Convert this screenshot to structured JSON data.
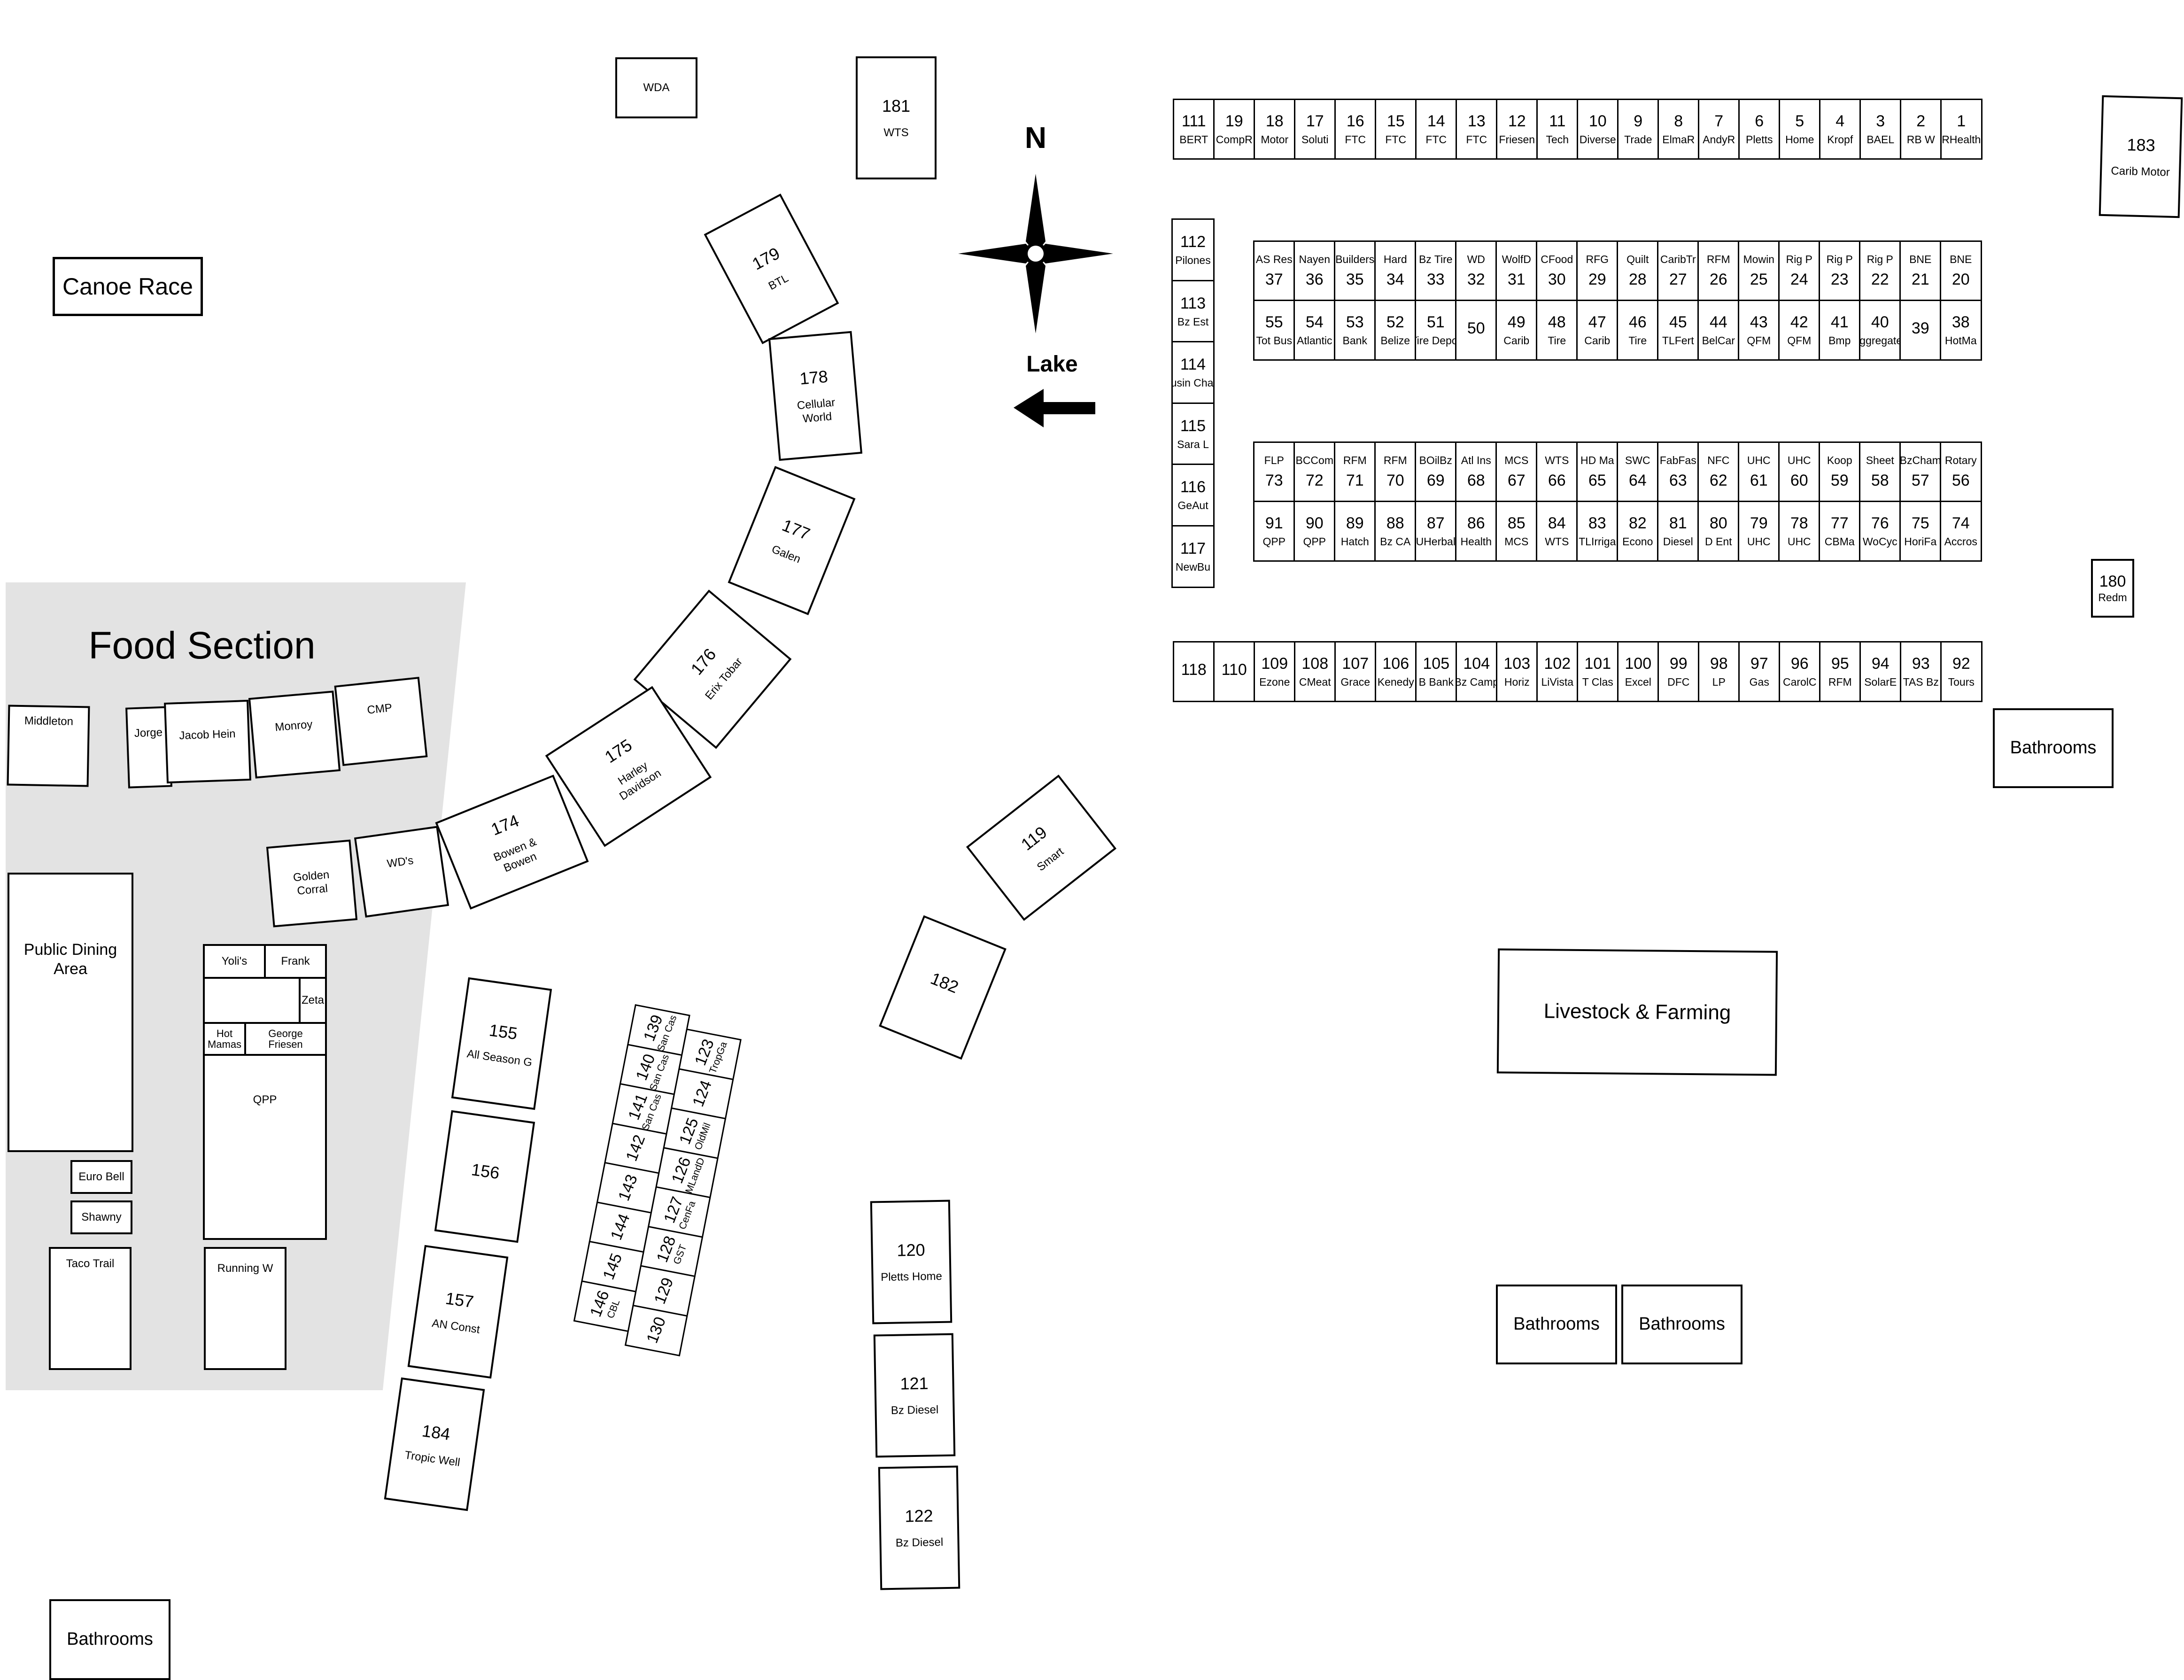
{
  "map": {
    "canoe_race": "Canoe Race",
    "food_section": "Food Section",
    "livestock": "Livestock & Farming",
    "compass": {
      "north": "N",
      "lake": "Lake"
    },
    "bathrooms_label": "Bathrooms",
    "public_dining": "Public Dining Area",
    "colors": {
      "line": "#000000",
      "food_area": "#e3e3e3",
      "background": "#ffffff"
    }
  },
  "top_row": [
    {
      "n": "111",
      "name": "BERT"
    },
    {
      "n": "19",
      "name": "CompR"
    },
    {
      "n": "18",
      "name": "Motor"
    },
    {
      "n": "17",
      "name": "Soluti"
    },
    {
      "n": "16",
      "name": "FTC"
    },
    {
      "n": "15",
      "name": "FTC"
    },
    {
      "n": "14",
      "name": "FTC"
    },
    {
      "n": "13",
      "name": "FTC"
    },
    {
      "n": "12",
      "name": "Friesen"
    },
    {
      "n": "11",
      "name": "Tech"
    },
    {
      "n": "10",
      "name": "Diverse"
    },
    {
      "n": "9",
      "name": "Trade"
    },
    {
      "n": "8",
      "name": "ElmaR"
    },
    {
      "n": "7",
      "name": "AndyR"
    },
    {
      "n": "6",
      "name": "Pletts"
    },
    {
      "n": "5",
      "name": "Home"
    },
    {
      "n": "4",
      "name": "Kropf"
    },
    {
      "n": "3",
      "name": "BAEL"
    },
    {
      "n": "2",
      "name": "RB W"
    },
    {
      "n": "1",
      "name": "RHealth"
    }
  ],
  "left_col": [
    {
      "n": "112",
      "name": "Pilones"
    },
    {
      "n": "113",
      "name": "Bz Est"
    },
    {
      "n": "114",
      "name": "Busin Cham"
    },
    {
      "n": "115",
      "name": "Sara L"
    },
    {
      "n": "116",
      "name": "GeAut"
    },
    {
      "n": "117",
      "name": "NewBu"
    }
  ],
  "block1_top": [
    {
      "n": "37",
      "name": "AS Res"
    },
    {
      "n": "36",
      "name": "Nayen"
    },
    {
      "n": "35",
      "name": "Builders"
    },
    {
      "n": "34",
      "name": "Hard"
    },
    {
      "n": "33",
      "name": "Bz Tire"
    },
    {
      "n": "32",
      "name": "WD"
    },
    {
      "n": "31",
      "name": "WolfD"
    },
    {
      "n": "30",
      "name": "CFood"
    },
    {
      "n": "29",
      "name": "RFG"
    },
    {
      "n": "28",
      "name": "Quilt"
    },
    {
      "n": "27",
      "name": "CaribTr"
    },
    {
      "n": "26",
      "name": "RFM"
    },
    {
      "n": "25",
      "name": "Mowin"
    },
    {
      "n": "24",
      "name": "Rig P"
    },
    {
      "n": "23",
      "name": "Rig P"
    },
    {
      "n": "22",
      "name": "Rig P"
    },
    {
      "n": "21",
      "name": "BNE"
    },
    {
      "n": "20",
      "name": "BNE"
    }
  ],
  "block1_bottom": [
    {
      "n": "55",
      "name": "Tot Bus"
    },
    {
      "n": "54",
      "name": "Atlantic"
    },
    {
      "n": "53",
      "name": "Bank"
    },
    {
      "n": "52",
      "name": "Belize"
    },
    {
      "n": "51",
      "name": "Tire Depot"
    },
    {
      "n": "50",
      "name": ""
    },
    {
      "n": "49",
      "name": "Carib"
    },
    {
      "n": "48",
      "name": "Tire"
    },
    {
      "n": "47",
      "name": "Carib"
    },
    {
      "n": "46",
      "name": "Tire"
    },
    {
      "n": "45",
      "name": "TLFert"
    },
    {
      "n": "44",
      "name": "BelCar"
    },
    {
      "n": "43",
      "name": "QFM"
    },
    {
      "n": "42",
      "name": "QFM"
    },
    {
      "n": "41",
      "name": "Bmp"
    },
    {
      "n": "40",
      "name": "Aggregates"
    },
    {
      "n": "39",
      "name": ""
    },
    {
      "n": "38",
      "name": "HotMa"
    }
  ],
  "block2_top": [
    {
      "n": "73",
      "name": "FLP"
    },
    {
      "n": "72",
      "name": "BCCom"
    },
    {
      "n": "71",
      "name": "RFM"
    },
    {
      "n": "70",
      "name": "RFM"
    },
    {
      "n": "69",
      "name": "BOilBz"
    },
    {
      "n": "68",
      "name": "Atl Ins"
    },
    {
      "n": "67",
      "name": "MCS"
    },
    {
      "n": "66",
      "name": "WTS"
    },
    {
      "n": "65",
      "name": "HD Ma"
    },
    {
      "n": "64",
      "name": "SWC"
    },
    {
      "n": "63",
      "name": "FabFas"
    },
    {
      "n": "62",
      "name": "NFC"
    },
    {
      "n": "61",
      "name": "UHC"
    },
    {
      "n": "60",
      "name": "UHC"
    },
    {
      "n": "59",
      "name": "Koop"
    },
    {
      "n": "58",
      "name": "Sheet"
    },
    {
      "n": "57",
      "name": "BzCham"
    },
    {
      "n": "56",
      "name": "Rotary"
    }
  ],
  "block2_bottom": [
    {
      "n": "91",
      "name": "QPP"
    },
    {
      "n": "90",
      "name": "QPP"
    },
    {
      "n": "89",
      "name": "Hatch"
    },
    {
      "n": "88",
      "name": "Bz CA"
    },
    {
      "n": "87",
      "name": "UHerbal"
    },
    {
      "n": "86",
      "name": "Health"
    },
    {
      "n": "85",
      "name": "MCS"
    },
    {
      "n": "84",
      "name": "WTS"
    },
    {
      "n": "83",
      "name": "TLIrriga"
    },
    {
      "n": "82",
      "name": "Econo"
    },
    {
      "n": "81",
      "name": "Diesel"
    },
    {
      "n": "80",
      "name": "D Ent"
    },
    {
      "n": "79",
      "name": "UHC"
    },
    {
      "n": "78",
      "name": "UHC"
    },
    {
      "n": "77",
      "name": "CBMa"
    },
    {
      "n": "76",
      "name": "WoCyc"
    },
    {
      "n": "75",
      "name": "HoriFa"
    },
    {
      "n": "74",
      "name": "Accros"
    }
  ],
  "bottom_row": [
    {
      "n": "118",
      "name": ""
    },
    {
      "n": "110",
      "name": ""
    },
    {
      "n": "109",
      "name": "Ezone"
    },
    {
      "n": "108",
      "name": "CMeat"
    },
    {
      "n": "107",
      "name": "Grace"
    },
    {
      "n": "106",
      "name": "Kenedy"
    },
    {
      "n": "105",
      "name": "B Bank"
    },
    {
      "n": "104",
      "name": "Bz Camp"
    },
    {
      "n": "103",
      "name": "Horiz"
    },
    {
      "n": "102",
      "name": "LiVista"
    },
    {
      "n": "101",
      "name": "T Clas"
    },
    {
      "n": "100",
      "name": "Excel"
    },
    {
      "n": "99",
      "name": "DFC"
    },
    {
      "n": "98",
      "name": "LP"
    },
    {
      "n": "97",
      "name": "Gas"
    },
    {
      "n": "96",
      "name": "CarolC"
    },
    {
      "n": "95",
      "name": "RFM"
    },
    {
      "n": "94",
      "name": "SolarE"
    },
    {
      "n": "93",
      "name": "TAS Bz"
    },
    {
      "n": "92",
      "name": "Tours"
    }
  ],
  "booths": {
    "wda": {
      "n": "",
      "name": "WDA"
    },
    "b181": {
      "n": "181",
      "name": "WTS"
    },
    "b183": {
      "n": "183",
      "name": "Carib Motor"
    },
    "b180": {
      "n": "180",
      "name": "Redm"
    },
    "b179": {
      "n": "179",
      "name": "BTL"
    },
    "b178": {
      "n": "178",
      "name": "Cellular World"
    },
    "b177": {
      "n": "177",
      "name": "Galen"
    },
    "b176": {
      "n": "176",
      "name": "Erix Tobar"
    },
    "b175": {
      "n": "175",
      "name": "Harley Davidson"
    },
    "b174": {
      "n": "174",
      "name": "Bowen & Bowen"
    },
    "b119": {
      "n": "119",
      "name": "Smart"
    },
    "b182": {
      "n": "182",
      "name": ""
    },
    "b155": {
      "n": "155",
      "name": "All Season G"
    },
    "b156": {
      "n": "156",
      "name": ""
    },
    "b157": {
      "n": "157",
      "name": "AN Const"
    },
    "b184": {
      "n": "184",
      "name": "Tropic Well"
    },
    "b120": {
      "n": "120",
      "name": "Pletts Home"
    },
    "b121": {
      "n": "121",
      "name": "Bz Diesel"
    },
    "b122": {
      "n": "122",
      "name": "Bz Diesel"
    }
  },
  "food": {
    "middleton": "Middleton",
    "jorge": "Jorge",
    "jacob": "Jacob Hein",
    "monroy": "Monroy",
    "cmp": "CMP",
    "golden": "Golden Corral",
    "wds": "WD's",
    "yolis": "Yoli's",
    "frank": "Frank",
    "zeta": "Zeta",
    "hot": "Hot Mamas",
    "george": "George Friesen",
    "qpp": "QPP",
    "eurobell": "Euro Bell",
    "shawny": "Shawny",
    "taco": "Taco Trail",
    "running": "Running W"
  },
  "diag_left": [
    {
      "n": "139",
      "name": "San Cas"
    },
    {
      "n": "140",
      "name": "San Cas"
    },
    {
      "n": "141",
      "name": "San Cas"
    },
    {
      "n": "142",
      "name": ""
    },
    {
      "n": "143",
      "name": ""
    },
    {
      "n": "144",
      "name": ""
    },
    {
      "n": "145",
      "name": ""
    },
    {
      "n": "146",
      "name": "CBL"
    }
  ],
  "diag_right": [
    {
      "n": "123",
      "name": "TropGa"
    },
    {
      "n": "124",
      "name": ""
    },
    {
      "n": "125",
      "name": "OldMil"
    },
    {
      "n": "126",
      "name": "MLandD"
    },
    {
      "n": "127",
      "name": "CenFa"
    },
    {
      "n": "128",
      "name": "GST"
    },
    {
      "n": "129",
      "name": ""
    },
    {
      "n": "130",
      "name": ""
    }
  ]
}
